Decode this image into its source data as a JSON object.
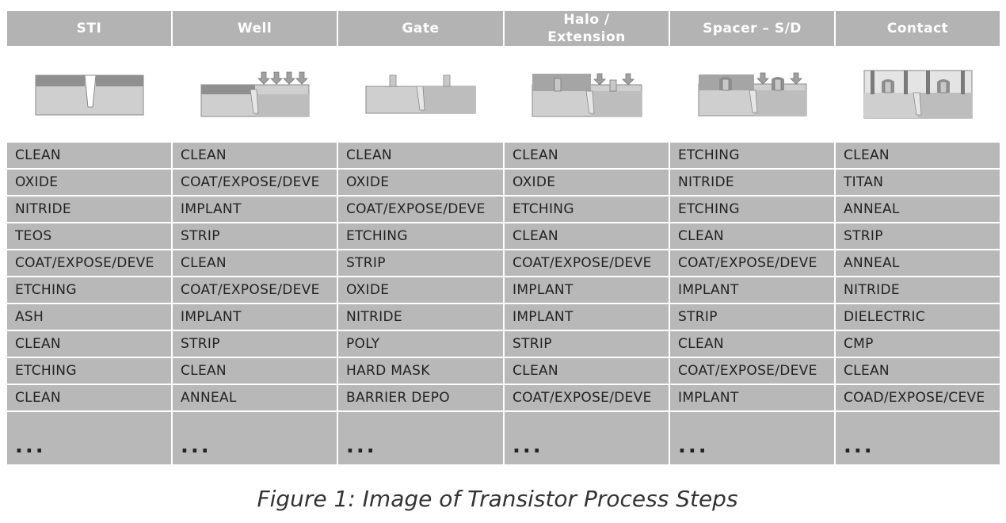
{
  "columns": [
    {
      "id": "sti",
      "header": "STI",
      "steps": [
        "CLEAN",
        "OXIDE",
        "NITRIDE",
        "TEOS",
        "COAT/EXPOSE/DEVE",
        "ETCHING",
        "ASH",
        "CLEAN",
        "ETCHING",
        "CLEAN",
        "..."
      ]
    },
    {
      "id": "well",
      "header": "Well",
      "steps": [
        "CLEAN",
        "COAT/EXPOSE/DEVE",
        "IMPLANT",
        "STRIP",
        "CLEAN",
        "COAT/EXPOSE/DEVE",
        "IMPLANT",
        "STRIP",
        "CLEAN",
        "ANNEAL",
        "..."
      ]
    },
    {
      "id": "gate",
      "header": "Gate",
      "steps": [
        "CLEAN",
        "OXIDE",
        "COAT/EXPOSE/DEVE",
        "ETCHING",
        "STRIP",
        "OXIDE",
        "NITRIDE",
        "POLY",
        "HARD MASK",
        "BARRIER DEPO",
        "..."
      ]
    },
    {
      "id": "halo",
      "header": "Halo /\nExtension",
      "steps": [
        "CLEAN",
        "OXIDE",
        "ETCHING",
        "CLEAN",
        "COAT/EXPOSE/DEVE",
        "IMPLANT",
        "IMPLANT",
        "STRIP",
        "CLEAN",
        "COAT/EXPOSE/DEVE",
        "..."
      ]
    },
    {
      "id": "spacer",
      "header": "Spacer – S/D",
      "steps": [
        "ETCHING",
        "NITRIDE",
        "ETCHING",
        "CLEAN",
        "COAT/EXPOSE/DEVE",
        "IMPLANT",
        "STRIP",
        "CLEAN",
        "COAT/EXPOSE/DEVE",
        "IMPLANT",
        "..."
      ]
    },
    {
      "id": "contact",
      "header": "Contact",
      "steps": [
        "CLEAN",
        "TITAN",
        "ANNEAL",
        "STRIP",
        "ANNEAL",
        "NITRIDE",
        "DIELECTRIC",
        "CMP",
        "CLEAN",
        "COAD/EXPOSE/CEVE",
        "..."
      ]
    }
  ],
  "caption": "Figure 1: Image of Transistor Process Steps",
  "colors": {
    "header_bg": "#b3b3b3",
    "cell_bg": "#b8b8b8",
    "substrate": "#cfcfcf",
    "layer_dark": "#8f8f8f",
    "layer_mid": "#a5a5a5",
    "arrow": "#a0a0a0"
  }
}
